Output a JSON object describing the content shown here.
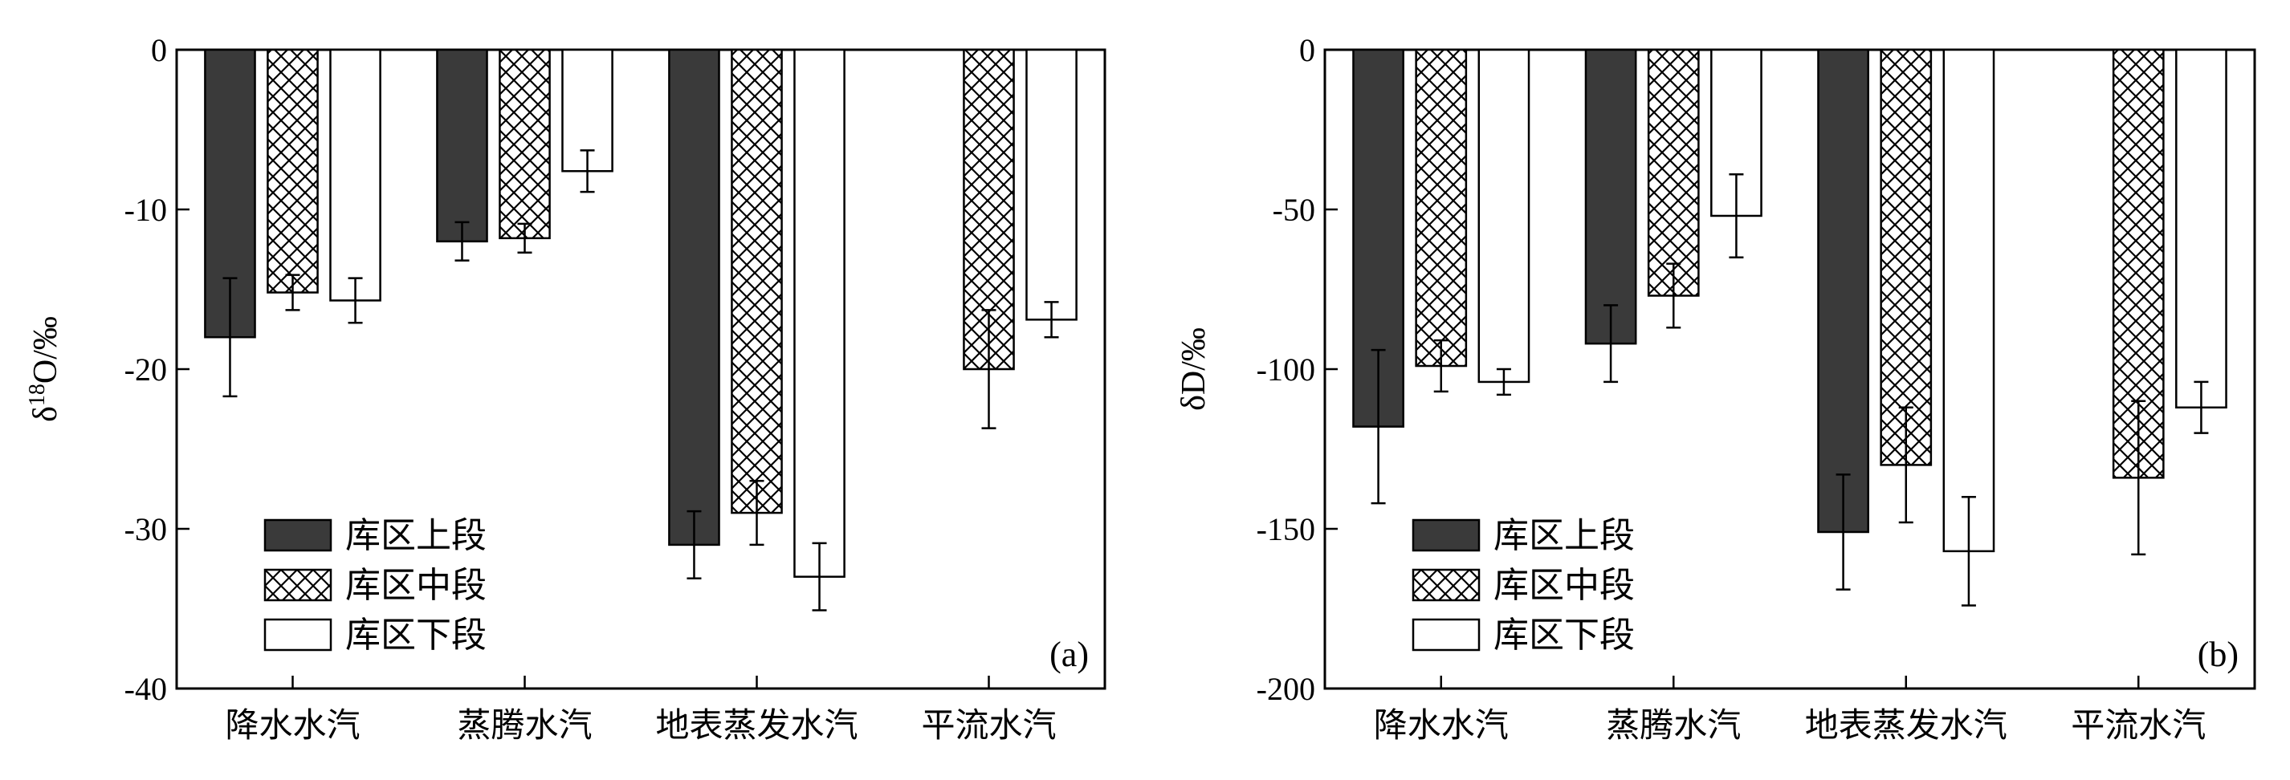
{
  "chart_data": [
    {
      "type": "bar",
      "panel_label": "(a)",
      "ylabel_base": "δ",
      "ylabel_sup": "18",
      "ylabel_rest": "O/‰",
      "categories": [
        "降水水汽",
        "蒸腾水汽",
        "地表蒸发水汽",
        "平流水汽"
      ],
      "ylim": [
        -40,
        0
      ],
      "yticks": [
        0,
        -10,
        -20,
        -30,
        -40
      ],
      "series": [
        {
          "name": "库区上段",
          "values": [
            -18,
            -12,
            -31,
            null
          ],
          "errors": [
            3.7,
            1.2,
            2.1,
            null
          ]
        },
        {
          "name": "库区中段",
          "values": [
            -15.2,
            -11.8,
            -29,
            -20
          ],
          "errors": [
            1.1,
            0.9,
            2.0,
            3.7
          ]
        },
        {
          "name": "库区下段",
          "values": [
            -15.7,
            -7.6,
            -33,
            -16.9
          ],
          "errors": [
            1.4,
            1.3,
            2.1,
            1.1
          ]
        }
      ],
      "legend": "bottom-left",
      "grid": false
    },
    {
      "type": "bar",
      "panel_label": "(b)",
      "ylabel_base": "δD/‰",
      "ylabel_sup": "",
      "ylabel_rest": "",
      "categories": [
        "降水水汽",
        "蒸腾水汽",
        "地表蒸发水汽",
        "平流水汽"
      ],
      "ylim": [
        -200,
        0
      ],
      "yticks": [
        0,
        -50,
        -100,
        -150,
        -200
      ],
      "series": [
        {
          "name": "库区上段",
          "values": [
            -118,
            -92,
            -151,
            null
          ],
          "errors": [
            24,
            12,
            18,
            null
          ]
        },
        {
          "name": "库区中段",
          "values": [
            -99,
            -77,
            -130,
            -134
          ],
          "errors": [
            8,
            10,
            18,
            24
          ]
        },
        {
          "name": "库区下段",
          "values": [
            -104,
            -52,
            -157,
            -112
          ],
          "errors": [
            4,
            13,
            17,
            8
          ]
        }
      ],
      "legend": "bottom-left",
      "grid": false
    }
  ],
  "colors": {
    "upper": "#3a3a3a",
    "middle_pattern": "#000000",
    "lower": "#ffffff",
    "axis": "#000000"
  }
}
